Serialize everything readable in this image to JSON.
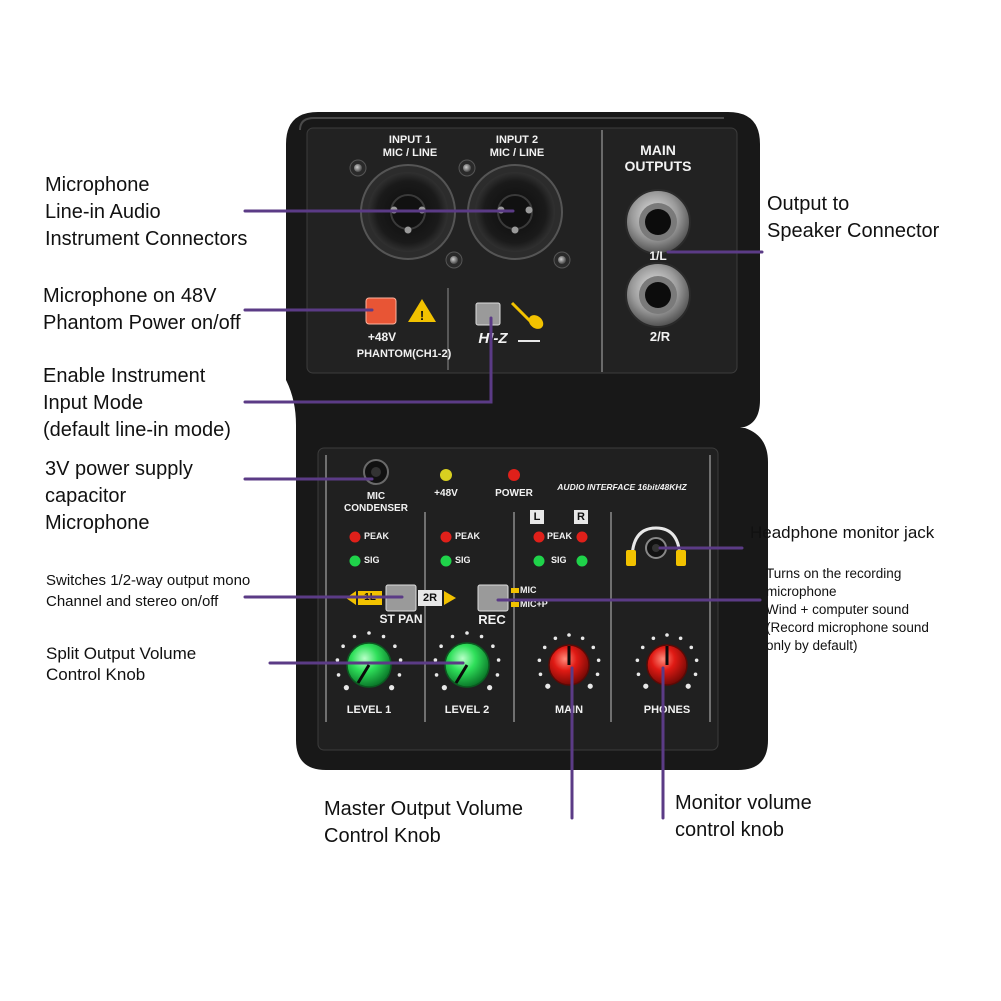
{
  "colors": {
    "leader": "#5b3b86",
    "body": "#1d1d1d",
    "panel": "#232323",
    "green_knob": "#2fe05a",
    "red_knob": "#e01a14",
    "phantom_button": "#e85535",
    "warning_yellow": "#f2c200",
    "led_red": "#e0201a",
    "led_green": "#1fd34a",
    "led_yellow": "#d8d020"
  },
  "device": {
    "input1_label": "INPUT 1\nMIC / LINE",
    "input2_label": "INPUT 2\nMIC / LINE",
    "main_outputs_label": "MAIN\nOUTPUTS",
    "out1_label": "1/L",
    "out2_label": "2/R",
    "phantom_button_label": "+48V",
    "phantom_label": "PHANTOM(CH1-2)",
    "hiz_label": "HI-Z",
    "mic_condenser_label": "MIC\nCONDENSER",
    "led_48v_label": "+48V",
    "power_label": "POWER",
    "audio_interface_label": "AUDIO INTERFACE 16bit/48KHZ",
    "peak_label": "PEAK",
    "sig_label": "SIG",
    "left_label": "L",
    "right_label": "R",
    "st_pan_left": "1L",
    "st_pan_right": "2R",
    "st_pan_label": "ST PAN",
    "rec_label": "REC",
    "rec_mic": "MIC",
    "rec_micp": "MIC+P",
    "knob_level1": "LEVEL 1",
    "knob_level2": "LEVEL 2",
    "knob_main": "MAIN",
    "knob_phones": "PHONES"
  },
  "annotations": {
    "inputs": "Microphone\nLine-in Audio\nInstrument Connectors",
    "phantom": "Microphone on 48V\nPhantom Power on/off",
    "hiz": "Enable Instrument\nInput Mode\n(default line-in mode)",
    "power_supply": "3V power supply\ncapacitor\nMicrophone",
    "st_pan": "Switches 1/2-way output mono\nChannel and stereo on/off",
    "split_output": "Split Output Volume\nControl Knob",
    "output_speaker": "Output to\nSpeaker Connector",
    "headphone": "Headphone monitor jack",
    "recording": "Turns on the recording\nmicrophone\nWind + computer sound\n(Record microphone sound\nonly by default)",
    "master": "Master Output Volume\nControl Knob",
    "monitor": "Monitor volume\ncontrol knob"
  }
}
